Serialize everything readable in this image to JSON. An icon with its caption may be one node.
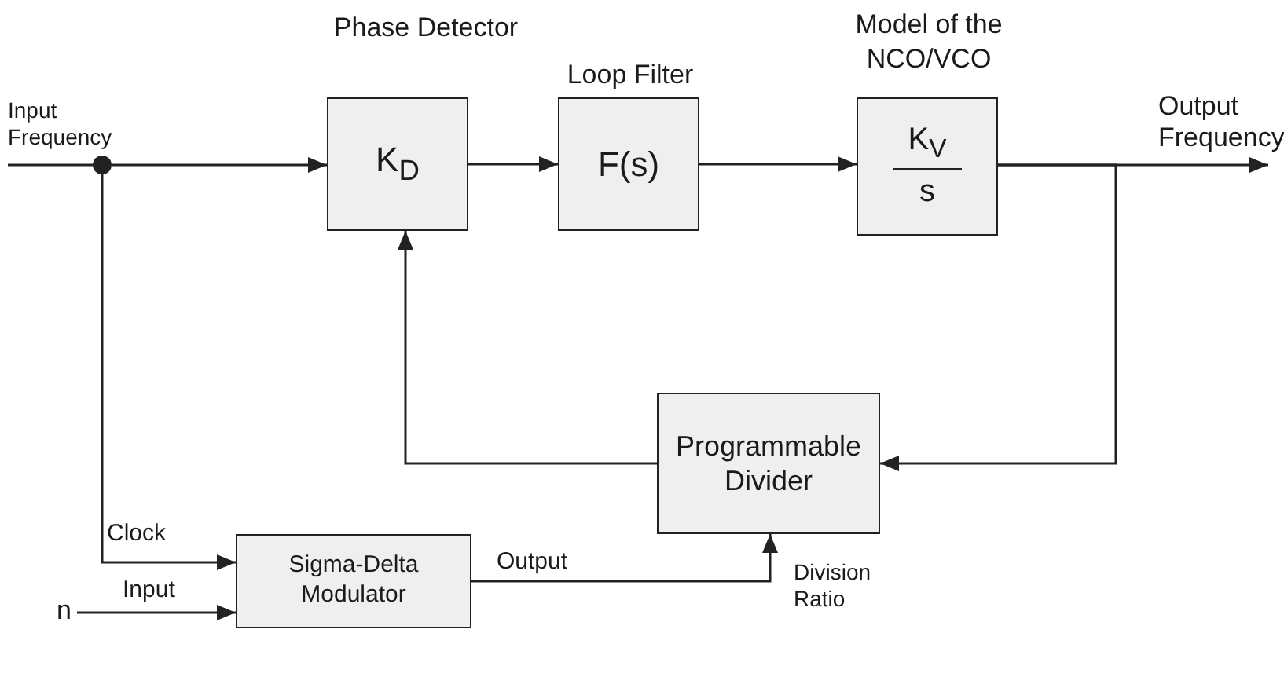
{
  "diagram": {
    "nodes": [
      {
        "text": [],
        "shape": "circle"
      },
      {
        "text": [
          "Phase Detector",
          "K$_{D}$"
        ]
      },
      {
        "text": [
          "Loop Filter",
          "F(s)"
        ]
      },
      {
        "text": [
          "Model of the NCO/VCO",
          "K$_{V}$",
          "s"
        ]
      },
      {
        "text": [
          "Programmable Divider"
        ]
      },
      {
        "text": [
          "Sigma-Delta Modulator"
        ]
      },
      {
        "text": [
          "Output Frequency"
        ]
      },
      {
        "text": [
          "n"
        ]
      }
    ],
    "edges": [
      {
        "from": null,
        "to": 0,
        "arrow": "none"
      },
      {
        "from": 0,
        "to": 1,
        "arrow": "to"
      },
      {
        "from": 1,
        "to": 2,
        "arrow": "to"
      },
      {
        "from": 2,
        "to": 3,
        "arrow": "to"
      },
      {
        "from": 3,
        "to": 6,
        "arrow": "to"
      },
      {
        "from": 3,
        "to": 4,
        "arrow": "to"
      },
      {
        "from": 4,
        "to": 1,
        "arrow": "to"
      },
      {
        "from": 0,
        "to": 5,
        "arrow": "to",
        "label": "Clock"
      },
      {
        "from": 7,
        "to": 5,
        "arrow": "to",
        "label": "Input"
      },
      {
        "from": 5,
        "to": 4,
        "arrow": "to",
        "label": "Output"
      }
    ],
    "labels": [
      "Input Frequency",
      "Division Ratio"
    ]
  }
}
